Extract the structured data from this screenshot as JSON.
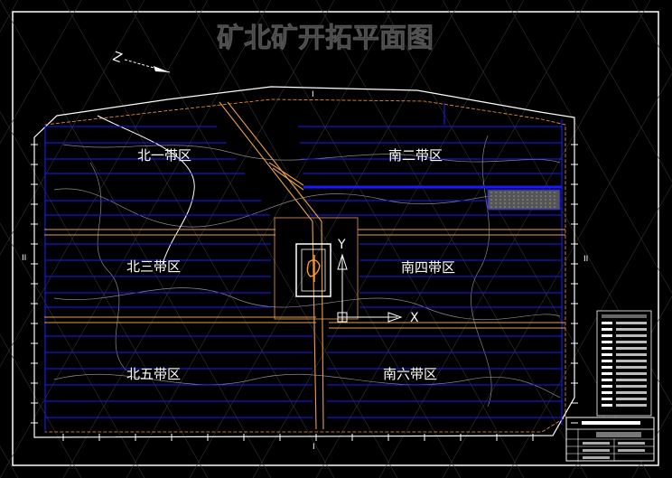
{
  "drawing": {
    "title": "矿北矿开拓平面图",
    "north_label": "Z",
    "section_marks": {
      "top": "I",
      "bottom": "I",
      "left": "II",
      "right": "II"
    },
    "zones": [
      {
        "id": "north-1",
        "label": "北一带区"
      },
      {
        "id": "south-2",
        "label": "南二带区"
      },
      {
        "id": "north-3",
        "label": "北三带区"
      },
      {
        "id": "south-4",
        "label": "南四带区"
      },
      {
        "id": "north-5",
        "label": "北五带区"
      },
      {
        "id": "south-6",
        "label": "南六带区"
      }
    ],
    "axes": {
      "y_label": "Y",
      "x_label": "X"
    }
  },
  "colors": {
    "background": "#000000",
    "frame": "#ffffff",
    "workings": "#1a1aff",
    "boundary": "#ff9933",
    "roadway": "#e8a050",
    "contour": "#8a8a8a",
    "title": "#3a3a3a"
  }
}
